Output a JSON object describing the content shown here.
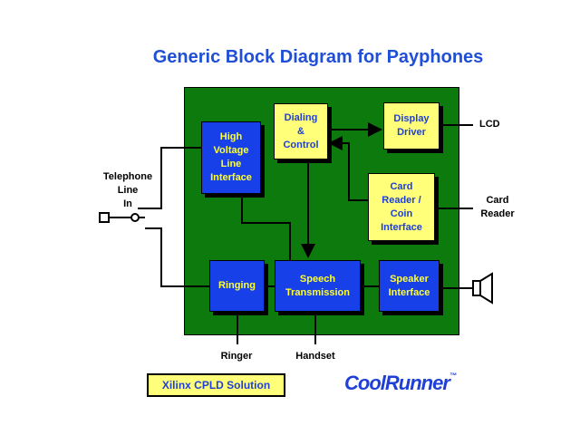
{
  "title": "Generic Block Diagram for Payphones",
  "blocks": {
    "high_voltage": "High\nVoltage\nLine\nInterface",
    "dialing": "Dialing\n&\nControl",
    "display_driver": "Display\nDriver",
    "card_reader": "Card\nReader /\nCoin\nInterface",
    "ringing": "Ringing",
    "speech": "Speech\nTransmission",
    "speaker": "Speaker\nInterface"
  },
  "labels": {
    "telephone_line": "Telephone\nLine\nIn",
    "lcd": "LCD",
    "card_reader_ext": "Card\nReader",
    "ringer": "Ringer",
    "handset": "Handset"
  },
  "footer": {
    "solution": "Xilinx CPLD Solution",
    "logo": "CoolRunner"
  }
}
